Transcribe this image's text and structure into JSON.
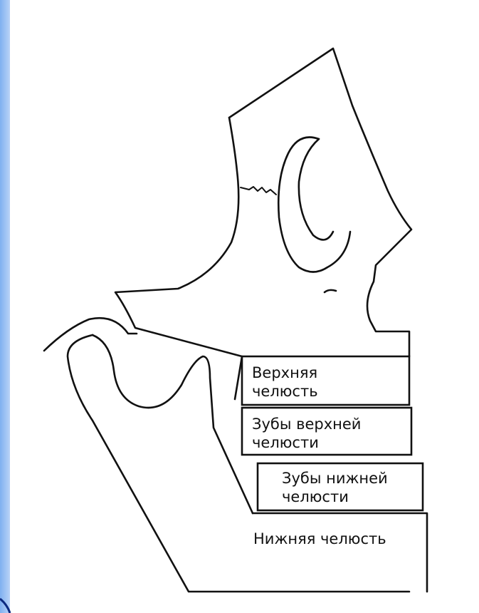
{
  "labels": {
    "upper_jaw": [
      "Верхняя",
      "челюсть"
    ],
    "upper_teeth": [
      "Зубы верхней",
      "челюсти"
    ],
    "lower_teeth": [
      "Зубы нижней",
      "челюсти"
    ],
    "lower_jaw": "Нижняя челюсть"
  },
  "colors": {
    "side_bar": "#7fb0f0",
    "outline": "#111111"
  }
}
